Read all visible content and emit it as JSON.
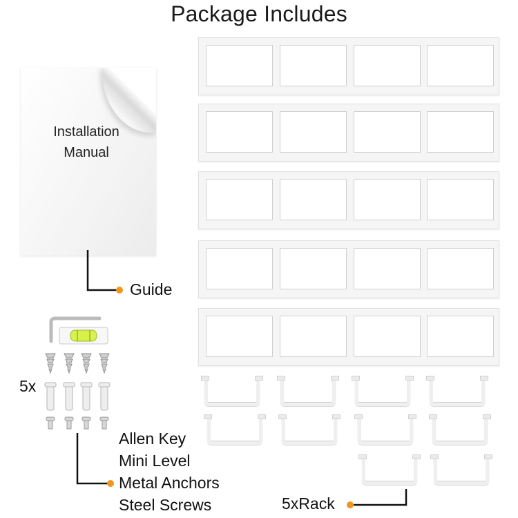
{
  "title": "Package Includes",
  "guide": {
    "booklet_line1": "Installation",
    "booklet_line2": "Manual",
    "label": "Guide"
  },
  "hardware": {
    "quantity": "5x",
    "items": [
      "Allen Key",
      "Mini Level",
      "Metal Anchors",
      "Steel Screws"
    ]
  },
  "rack": {
    "label": "5xRack"
  },
  "colors": {
    "accent_dot": "#f0961e",
    "level_vial": "#d8f24a"
  }
}
